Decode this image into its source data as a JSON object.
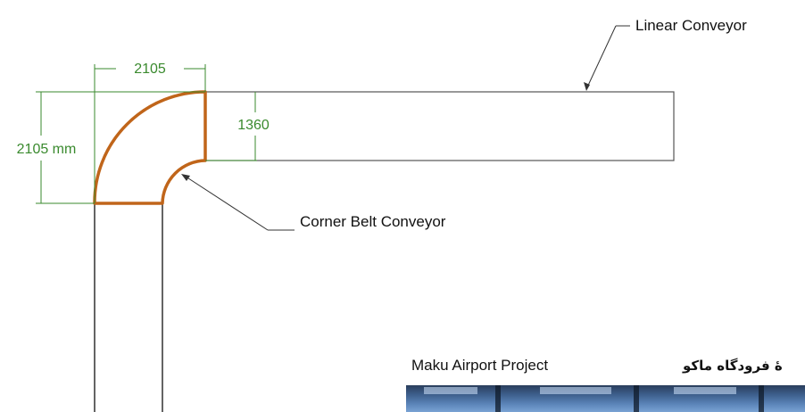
{
  "diagram": {
    "dim_top": "2105",
    "dim_left": "2105 mm",
    "dim_inner": "1360",
    "callout_linear": "Linear Conveyor",
    "callout_corner": "Corner Belt Conveyor"
  },
  "project": {
    "label_en": "Maku  Airport Project",
    "label_fa": "ۀ فرودگاه ماکو"
  },
  "colors": {
    "dimension": "#3a8a2e",
    "corner_belt": "#c0651a",
    "outline": "#333333"
  }
}
